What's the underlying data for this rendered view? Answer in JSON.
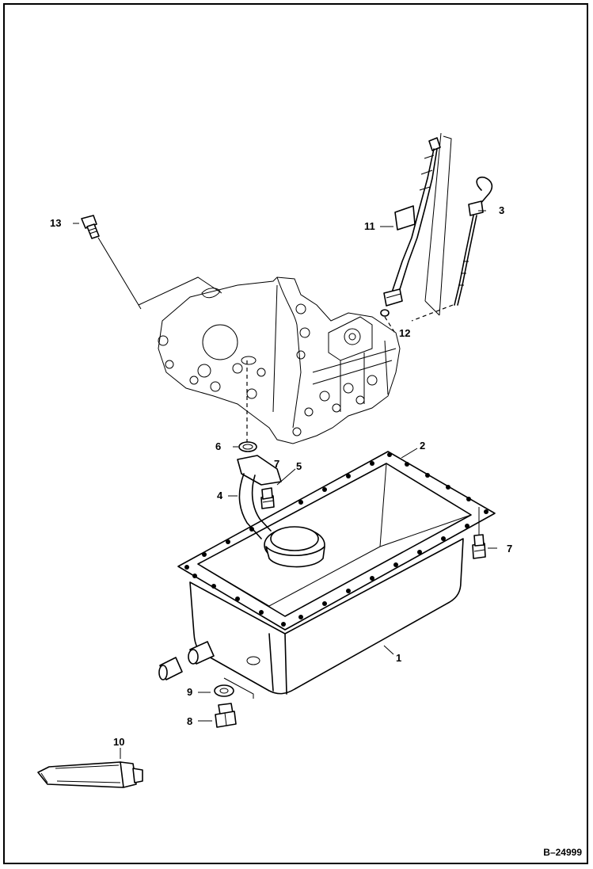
{
  "figure": {
    "reference_code": "B–24999"
  },
  "callouts": [
    {
      "id": "1",
      "text": "1"
    },
    {
      "id": "2",
      "text": "2"
    },
    {
      "id": "3",
      "text": "3"
    },
    {
      "id": "4",
      "text": "4"
    },
    {
      "id": "5",
      "text": "5"
    },
    {
      "id": "6",
      "text": "6"
    },
    {
      "id": "7a",
      "text": "7"
    },
    {
      "id": "7b",
      "text": "7"
    },
    {
      "id": "8",
      "text": "8"
    },
    {
      "id": "9",
      "text": "9"
    },
    {
      "id": "10",
      "text": "10"
    },
    {
      "id": "11",
      "text": "11"
    },
    {
      "id": "12",
      "text": "12"
    },
    {
      "id": "13",
      "text": "13"
    }
  ]
}
